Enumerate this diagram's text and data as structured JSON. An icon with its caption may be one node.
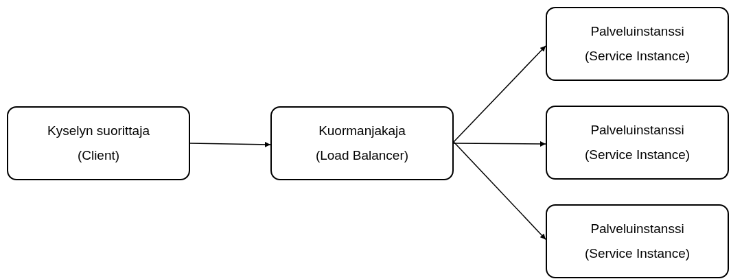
{
  "diagram": {
    "nodes": [
      {
        "text": [
          "Kyselyn suorittaja",
          "(Client)"
        ]
      },
      {
        "text": [
          "Kuormanjakaja",
          "(Load Balancer)"
        ]
      },
      {
        "text": [
          "Palveluinstanssi",
          "(Service Instance)"
        ]
      },
      {
        "text": [
          "Palveluinstanssi",
          "(Service Instance)"
        ]
      },
      {
        "text": [
          "Palveluinstanssi",
          "(Service Instance)"
        ]
      }
    ],
    "edges": [
      {
        "from": 0,
        "to": 1,
        "arrow": "to"
      },
      {
        "from": 1,
        "to": 2,
        "arrow": "to"
      },
      {
        "from": 1,
        "to": 3,
        "arrow": "to"
      },
      {
        "from": 1,
        "to": 4,
        "arrow": "to"
      }
    ]
  }
}
